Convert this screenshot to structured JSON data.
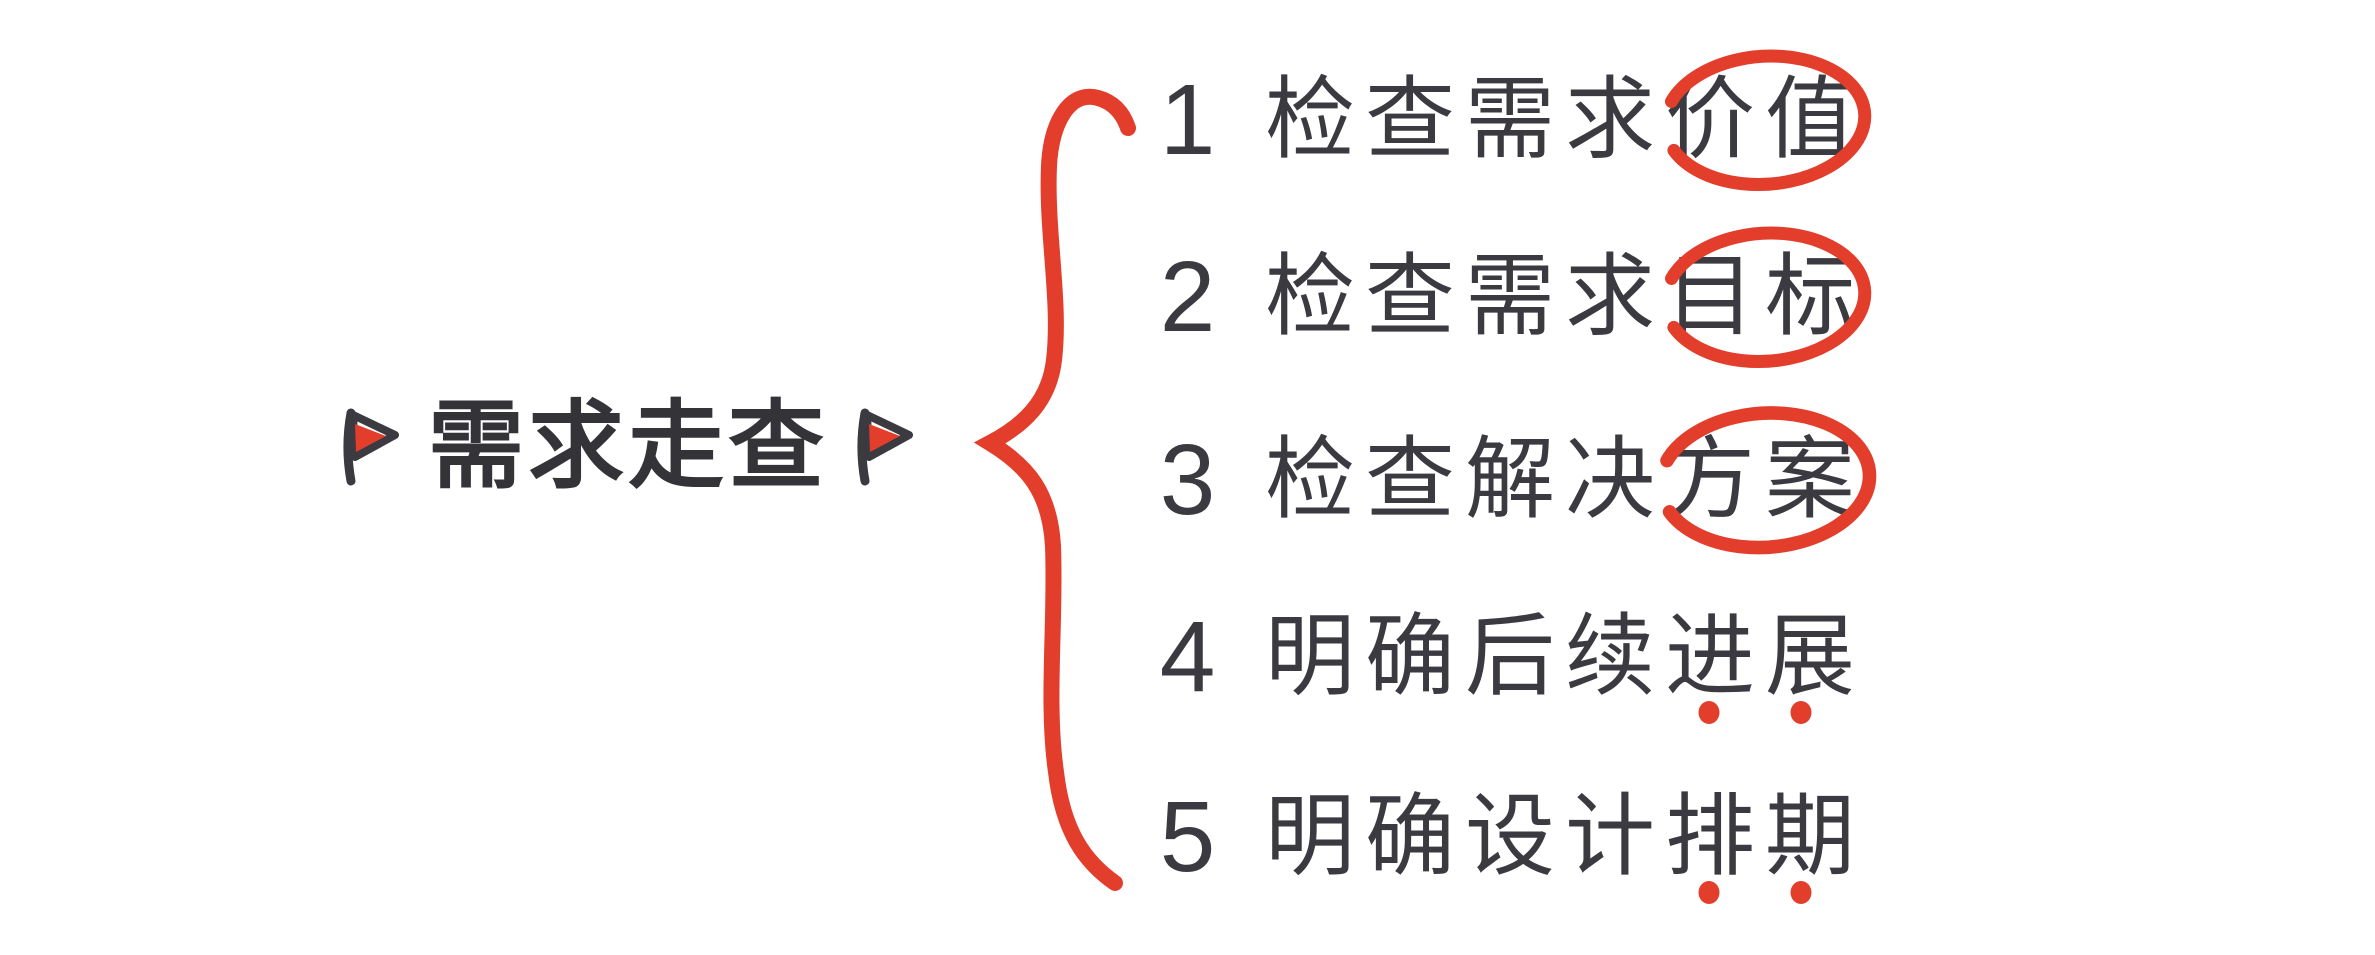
{
  "colors": {
    "background": "#ffffff",
    "accent_red": "#e23e2b",
    "text_dark": "#3a3a40",
    "title_dark": "#333338"
  },
  "title": {
    "text": "需求走查"
  },
  "icons": {
    "left_flag": "flag-icon",
    "right_flag": "flag-icon",
    "brace": "hand-drawn-curly-brace",
    "circle_annotation": "hand-drawn-red-circle",
    "dot_annotation": "red-emphasis-dots"
  },
  "items": [
    {
      "num": "1",
      "prefix": "检查需求",
      "emphasis": "价值",
      "emphasis_style": "circle"
    },
    {
      "num": "2",
      "prefix": "检查需求",
      "emphasis": "目标",
      "emphasis_style": "circle"
    },
    {
      "num": "3",
      "prefix": "检查解决",
      "emphasis": "方案",
      "emphasis_style": "circle"
    },
    {
      "num": "4",
      "prefix": "明确后续",
      "emphasis": "进展",
      "emphasis_style": "dots"
    },
    {
      "num": "5",
      "prefix": "明确设计",
      "emphasis": "排期",
      "emphasis_style": "dots"
    }
  ]
}
